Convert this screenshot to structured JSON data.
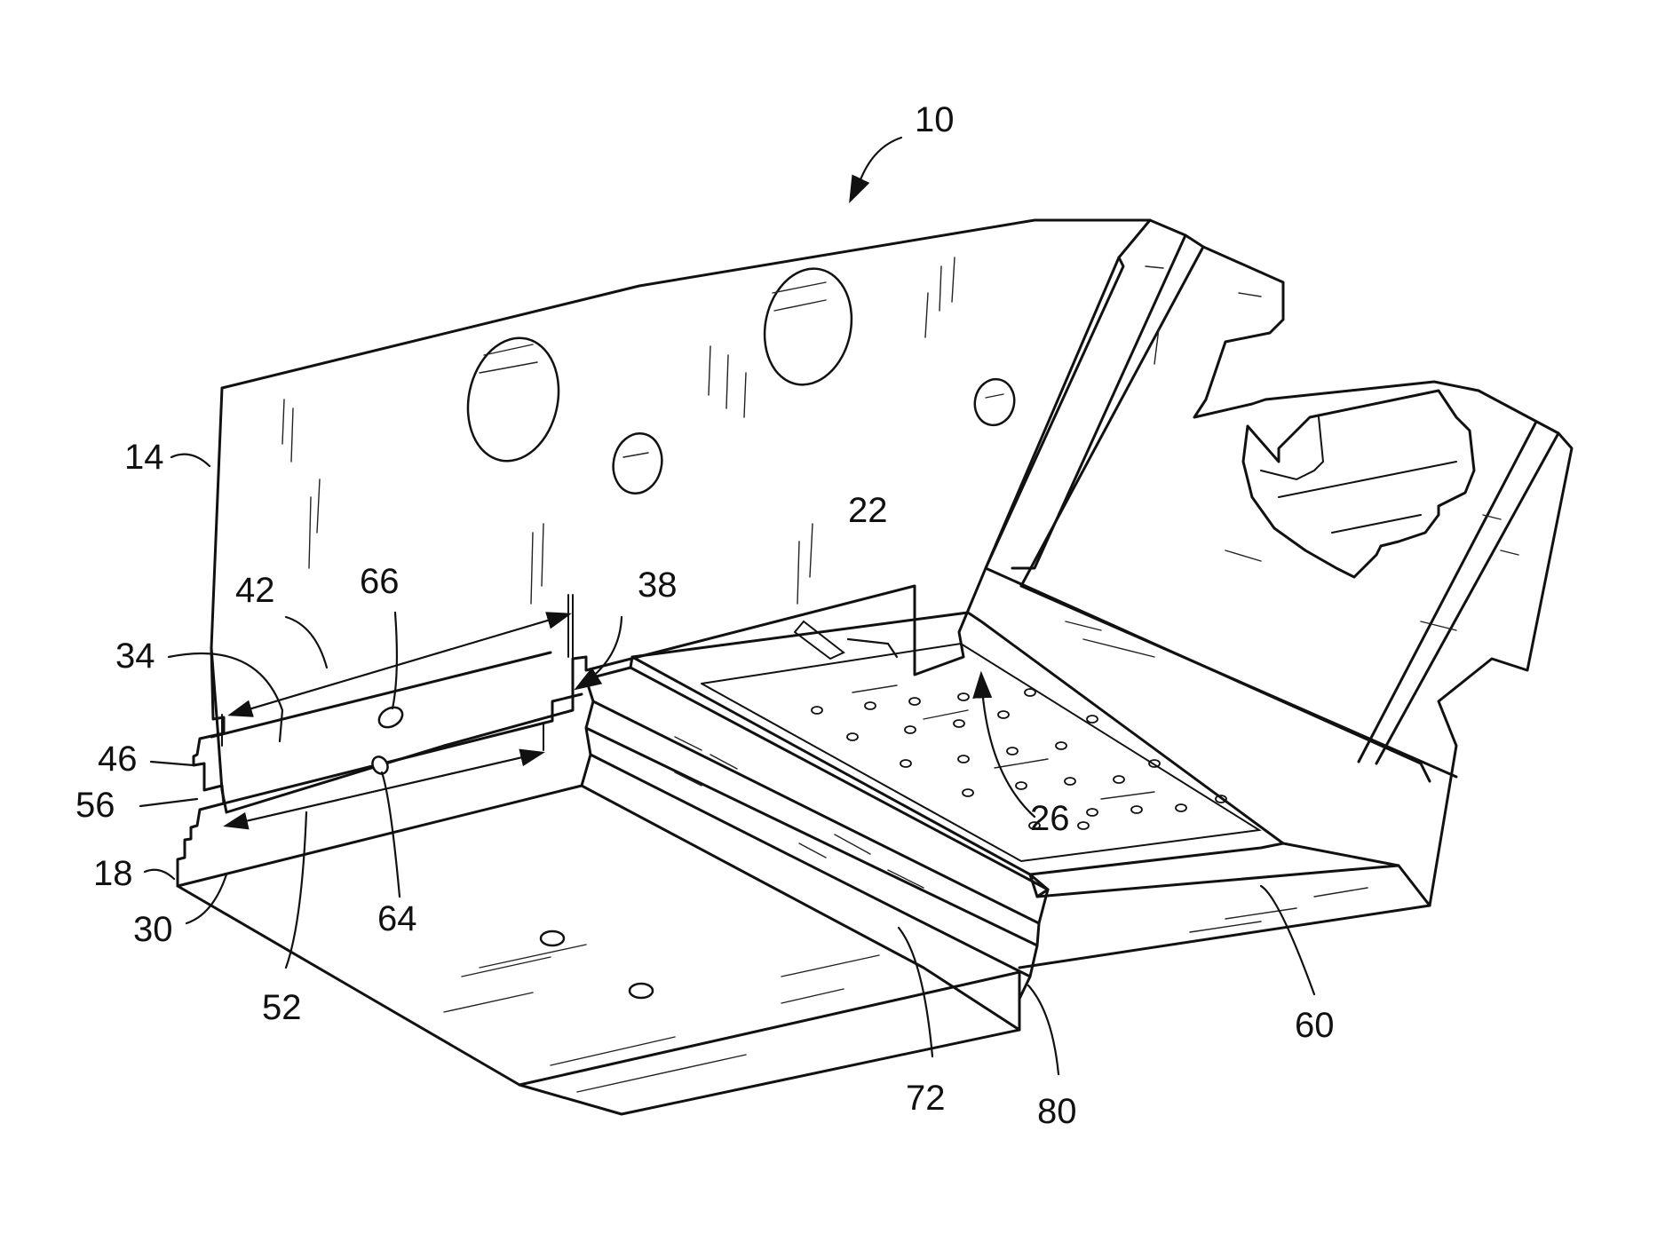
{
  "figure": {
    "reference_labels": {
      "assembly": "10",
      "back_wall": "14",
      "bottom_edge": "18",
      "floor_surface": "22",
      "floor_arrow": "26",
      "lower_step": "30",
      "upper_slot": "34",
      "slot_end": "38",
      "upper_span": "42",
      "middle_tab": "46",
      "lower_span": "52",
      "lower_tab": "56",
      "front_ledge": "60",
      "small_hole": "64",
      "upper_hole": "66",
      "rail": "72",
      "lower_rail": "80"
    }
  }
}
